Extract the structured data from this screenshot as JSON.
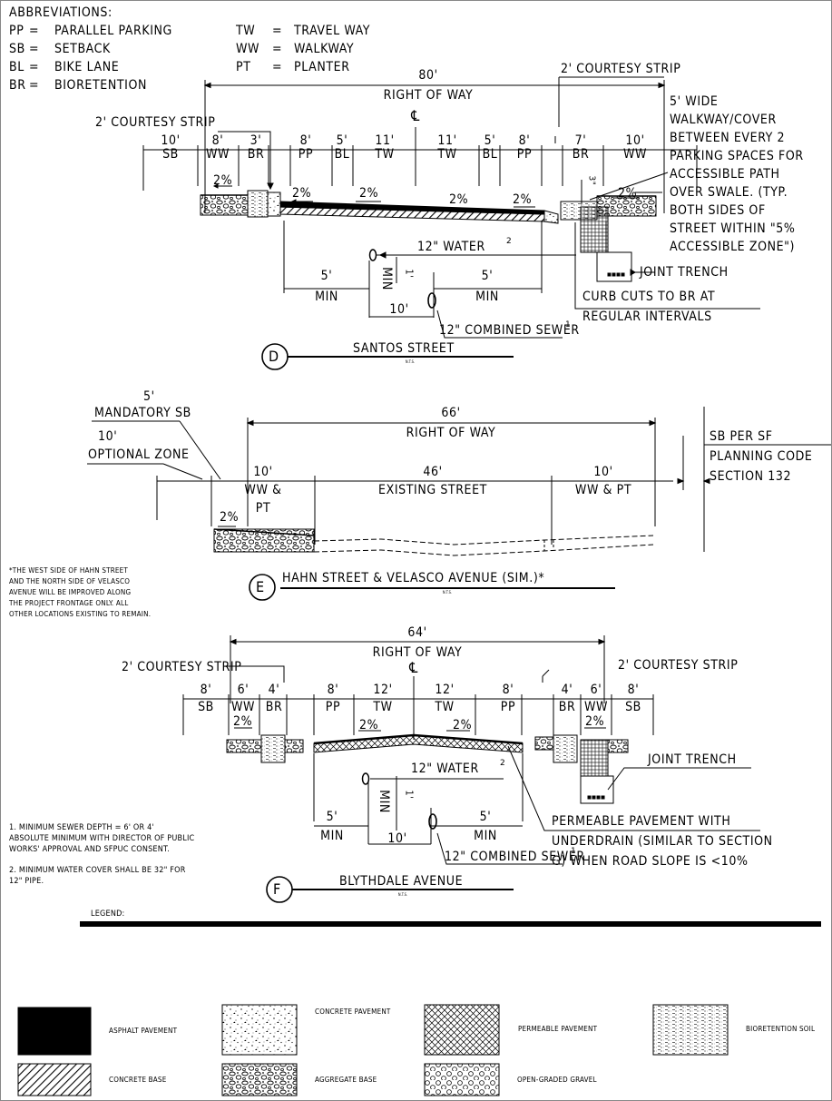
{
  "abbreviations": {
    "heading": "ABBREVIATIONS:",
    "items": [
      {
        "code": "PP",
        "eq": "=",
        "meaning": "PARALLEL PARKING"
      },
      {
        "code": "SB",
        "eq": "=",
        "meaning": "SETBACK"
      },
      {
        "code": "BL",
        "eq": "=",
        "meaning": "BIKE LANE"
      },
      {
        "code": "BR",
        "eq": "=",
        "meaning": "BIORETENTION"
      },
      {
        "code": "TW",
        "eq": "=",
        "meaning": "TRAVEL WAY"
      },
      {
        "code": "WW",
        "eq": "=",
        "meaning": "WALKWAY"
      },
      {
        "code": "PT",
        "eq": "=",
        "meaning": "PLANTER"
      }
    ]
  },
  "section_d": {
    "letter": "D",
    "title": "SANTOS STREET",
    "scale": "N.T.S.",
    "row_width": "80'",
    "row_label": "RIGHT OF WAY",
    "centerline": "℄",
    "courtesy_left": "2' COURTESY STRIP",
    "courtesy_right": "2' COURTESY STRIP",
    "dims": [
      "10'",
      "8'",
      "3'",
      "8'",
      "5'",
      "11'",
      "11'",
      "5'",
      "8'",
      "7'",
      "10'"
    ],
    "codes": [
      "SB",
      "WW",
      "BR",
      "PP",
      "BL",
      "TW",
      "TW",
      "BL",
      "PP",
      "BR",
      "WW"
    ],
    "slopes": [
      "2%",
      "2%",
      "2%",
      "2%",
      "2%",
      "2%"
    ],
    "br_depth": "3\"",
    "note": [
      "5' WIDE",
      "WALKWAY/COVER",
      "BETWEEN EVERY 2",
      "PARKING SPACES FOR",
      "ACCESSIBLE PATH",
      "OVER SWALE. (TYP.",
      "BOTH SIDES OF",
      "STREET WITHIN \"5%",
      "ACCESSIBLE ZONE\")"
    ],
    "water": "12\" WATER",
    "water_sup": "2",
    "sewer": "12\" COMBINED SEWER",
    "sewer_sup": "1",
    "joint_trench": "JOINT TRENCH",
    "curb_cuts": [
      "CURB CUTS TO BR AT",
      "REGULAR INTERVALS"
    ],
    "min_left": [
      "5'",
      "MIN"
    ],
    "min_right": [
      "5'",
      "MIN"
    ],
    "min_vert": "MIN",
    "vert_dim": "1'",
    "ten": "10'"
  },
  "section_e": {
    "letter": "E",
    "title": "HAHN STREET & VELASCO AVENUE (SIM.)*",
    "scale": "N.T.S.",
    "mandatory_dim": "5'",
    "mandatory_label": "MANDATORY SB",
    "optional_dim": "10'",
    "optional_label": "OPTIONAL ZONE",
    "row_width": "66'",
    "row_label": "RIGHT OF WAY",
    "left_dim": "10'",
    "left_codes": [
      "WW &",
      "PT"
    ],
    "mid_dim": "46'",
    "mid_label": "EXISTING STREET",
    "right_dim": "10'",
    "right_codes": "WW & PT",
    "slope": "2%",
    "sb_note": [
      "SB PER SF",
      "PLANNING CODE",
      "SECTION 132"
    ],
    "footnote": [
      "*THE WEST SIDE OF HAHN STREET",
      "AND THE NORTH SIDE OF VELASCO",
      "AVENUE WILL BE IMPROVED ALONG",
      "THE PROJECT FRONTAGE ONLY. ALL",
      "OTHER LOCATIONS EXISTING TO REMAIN."
    ]
  },
  "section_f": {
    "letter": "F",
    "title": "BLYTHDALE AVENUE",
    "scale": "N.T.S.",
    "row_width": "64'",
    "row_label": "RIGHT OF WAY",
    "centerline": "℄",
    "courtesy_left": "2' COURTESY STRIP",
    "courtesy_right": "2' COURTESY STRIP",
    "dims": [
      "8'",
      "6'",
      "4'",
      "8'",
      "12'",
      "12'",
      "8'",
      "4'",
      "6'",
      "8'"
    ],
    "codes": [
      "SB",
      "WW",
      "BR",
      "PP",
      "TW",
      "TW",
      "PP",
      "BR",
      "WW",
      "SB"
    ],
    "slopes": [
      "2%",
      "2%",
      "2%",
      "2%"
    ],
    "water": "12\" WATER",
    "water_sup": "2",
    "sewer": "12\" COMBINED SEWER",
    "sewer_sup": "1",
    "joint_trench": "JOINT TRENCH",
    "permeable_note": [
      "PERMEABLE PAVEMENT WITH",
      "UNDERDRAIN (SIMILAR TO SECTION",
      "G) WHEN ROAD SLOPE IS <10%"
    ],
    "min_left": [
      "5'",
      "MIN"
    ],
    "min_right": [
      "5'",
      "MIN"
    ],
    "min_vert": "MIN",
    "vert_dim": "1'",
    "ten": "10'"
  },
  "notes": [
    [
      "1. MINIMUM SEWER DEPTH = 6' OR 4'",
      "ABSOLUTE MINIMUM WITH DIRECTOR OF PUBLIC",
      "WORKS' APPROVAL AND SFPUC CONSENT."
    ],
    [
      "2. MINIMUM WATER COVER SHALL BE 32\" FOR",
      "12\" PIPE."
    ]
  ],
  "legend": {
    "heading": "LEGEND:",
    "items": [
      {
        "label": "ASPHALT PAVEMENT",
        "hatch": "asphalt"
      },
      {
        "label": "CONCRETE PAVEMENT",
        "hatch": "concrete"
      },
      {
        "label": "PERMEABLE PAVEMENT",
        "hatch": "permeable"
      },
      {
        "label": "BIORETENTION SOIL",
        "hatch": "soil"
      },
      {
        "label": "CONCRETE BASE",
        "hatch": "concbase"
      },
      {
        "label": "AGGREGATE BASE",
        "hatch": "aggregate"
      },
      {
        "label": "OPEN-GRADED GRAVEL",
        "hatch": "gravel"
      }
    ]
  }
}
